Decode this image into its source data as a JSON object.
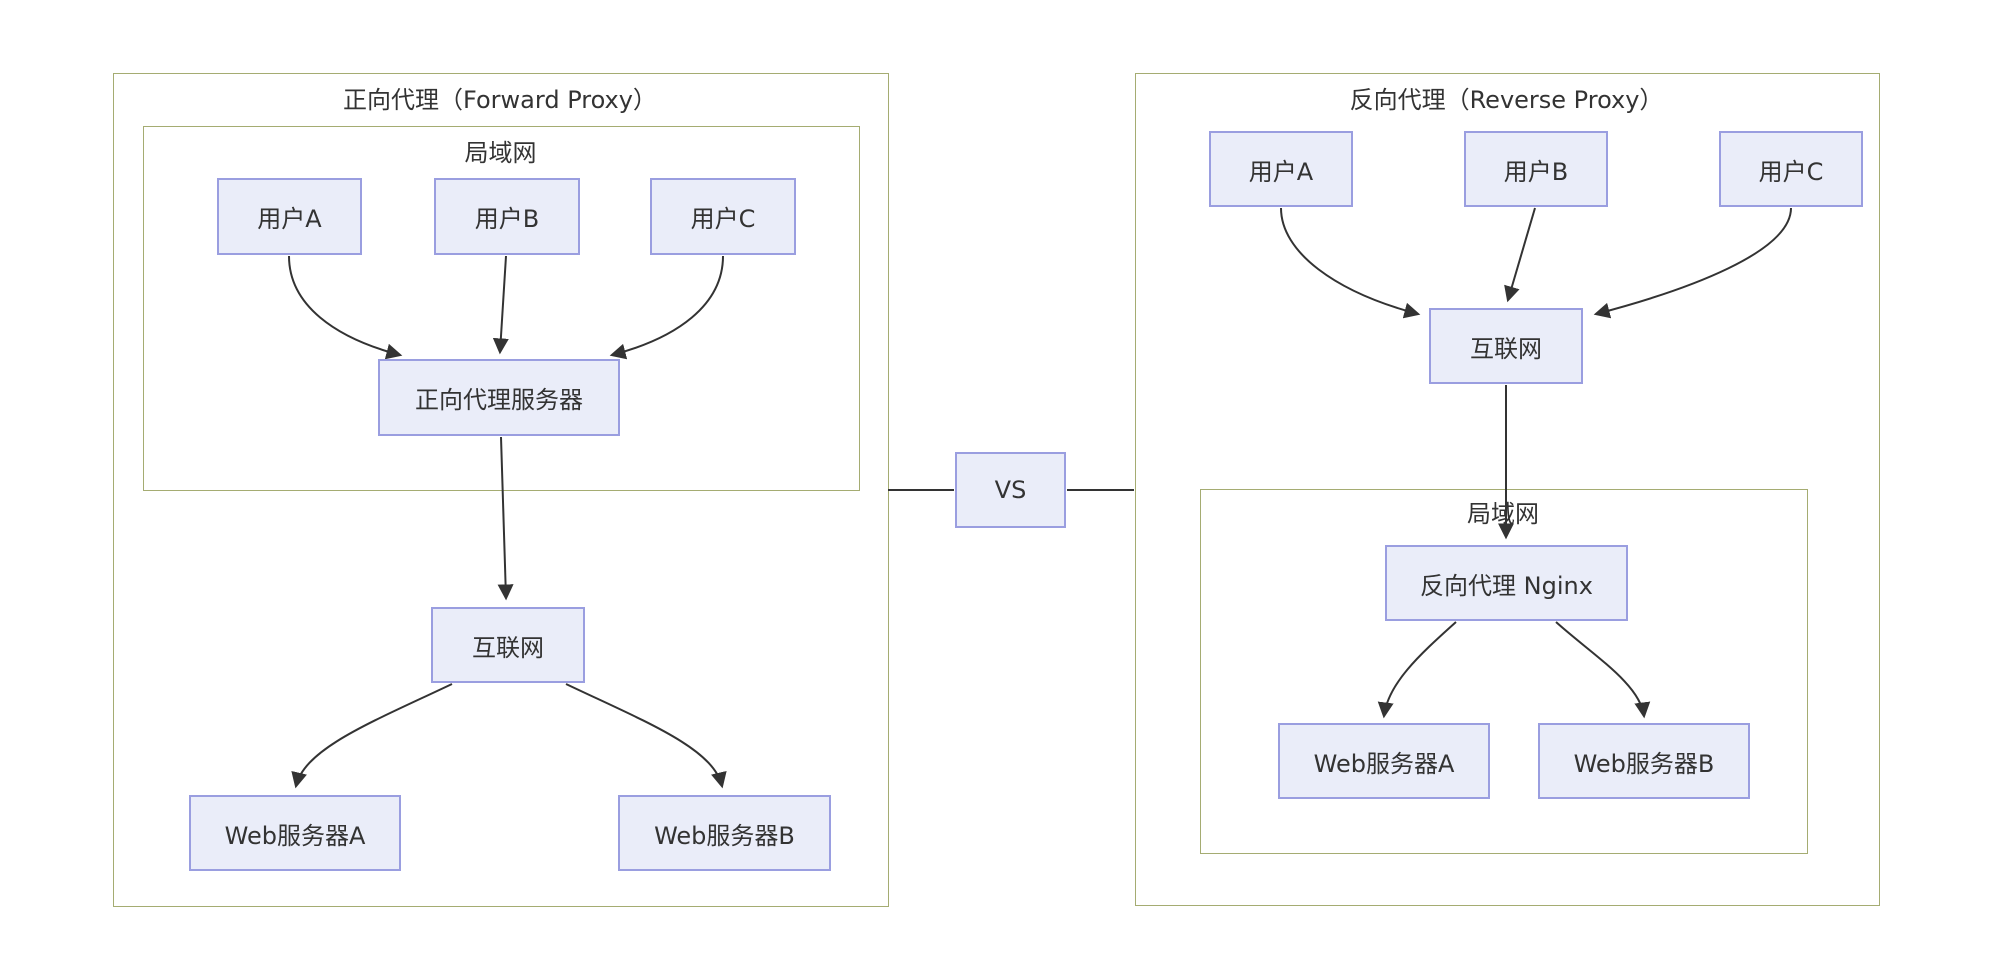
{
  "diagram": {
    "type": "flowchart-comparison",
    "vs_label": "VS",
    "colors": {
      "node_fill": "#EAEDF9",
      "node_border": "#9A9EE0",
      "cluster_border": "#A5AC72",
      "edge": "#333333",
      "text": "#333333",
      "background": "#FFFFFF"
    },
    "forward": {
      "title": "正向代理（Forward Proxy）",
      "lan_label": "局域网",
      "nodes": {
        "user_a": "用户A",
        "user_b": "用户B",
        "user_c": "用户C",
        "proxy_server": "正向代理服务器",
        "internet": "互联网",
        "web_a": "Web服务器A",
        "web_b": "Web服务器B"
      },
      "edges": [
        {
          "from": "用户A",
          "to": "正向代理服务器"
        },
        {
          "from": "用户B",
          "to": "正向代理服务器"
        },
        {
          "from": "用户C",
          "to": "正向代理服务器"
        },
        {
          "from": "正向代理服务器",
          "to": "互联网"
        },
        {
          "from": "互联网",
          "to": "Web服务器A"
        },
        {
          "from": "互联网",
          "to": "Web服务器B"
        }
      ]
    },
    "reverse": {
      "title": "反向代理（Reverse Proxy）",
      "lan_label": "局域网",
      "nodes": {
        "user_a": "用户A",
        "user_b": "用户B",
        "user_c": "用户C",
        "internet": "互联网",
        "nginx": "反向代理 Nginx",
        "web_a": "Web服务器A",
        "web_b": "Web服务器B"
      },
      "edges": [
        {
          "from": "用户A",
          "to": "互联网"
        },
        {
          "from": "用户B",
          "to": "互联网"
        },
        {
          "from": "用户C",
          "to": "互联网"
        },
        {
          "from": "互联网",
          "to": "反向代理 Nginx"
        },
        {
          "from": "反向代理 Nginx",
          "to": "Web服务器A"
        },
        {
          "from": "反向代理 Nginx",
          "to": "Web服务器B"
        }
      ]
    },
    "connectors": [
      {
        "from": "正向代理（Forward Proxy）",
        "to": "VS"
      },
      {
        "from": "VS",
        "to": "反向代理（Reverse Proxy）"
      }
    ]
  }
}
